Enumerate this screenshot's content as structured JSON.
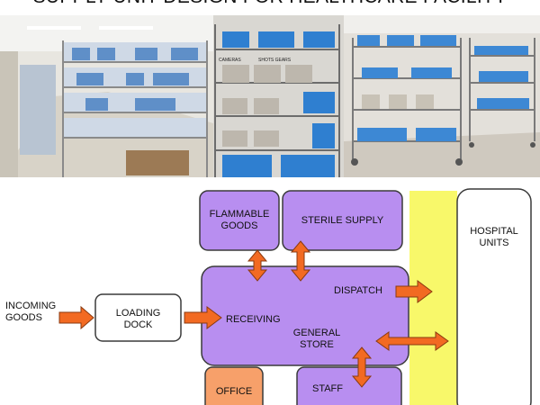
{
  "title": "SUPPLY UNIT DESIGN FOR HEALTHCARE FACILITY",
  "photo_labels": {
    "left": "CAMERAS",
    "right": "SHOTS GEARS"
  },
  "diagram": {
    "incoming_goods": "INCOMING\nGOODS",
    "loading_dock": "LOADING\nDOCK",
    "flammable_goods": "FLAMMABLE\nGOODS",
    "sterile_supply": "STERILE SUPPLY",
    "receiving": "RECEIVING",
    "dispatch": "DISPATCH",
    "general_store": "GENERAL\nSTORE",
    "office": "OFFICE",
    "staff": "STAFF",
    "hospital_units": "HOSPITAL\nUNITS"
  },
  "colors": {
    "room_fill": "#b88ef0",
    "office_fill": "#f7a06a",
    "corridor_fill": "#f8f86a",
    "arrow": "#f26a22",
    "outline": "#3a3a3a"
  }
}
